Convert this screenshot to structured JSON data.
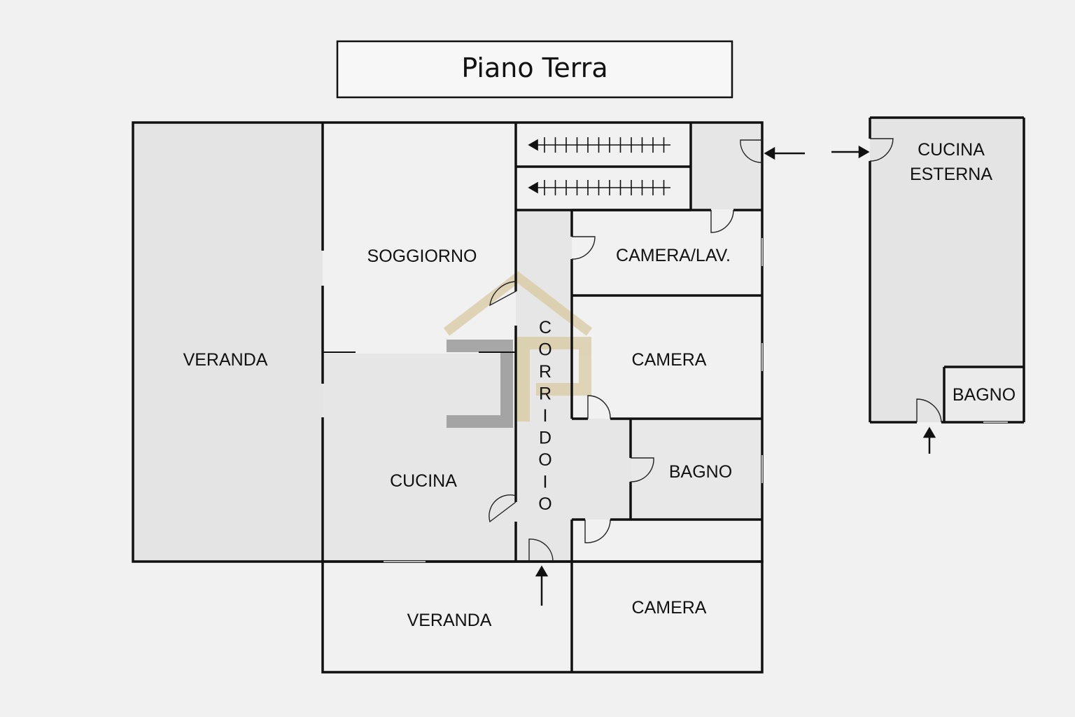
{
  "title": "Piano Terra",
  "rooms": {
    "veranda_west": "VERANDA",
    "soggiorno": "SOGGIORNO",
    "cucina": "CUCINA",
    "corridoio_letters": [
      "C",
      "O",
      "R",
      "R",
      "I",
      "D",
      "O",
      "I",
      "O"
    ],
    "camera_lav": "CAMERA/LAV.",
    "camera_mid": "CAMERA",
    "bagno": "BAGNO",
    "camera_south": "CAMERA",
    "veranda_south": "VERANDA",
    "cucina_esterna_line1": "CUCINA",
    "cucina_esterna_line2": "ESTERNA",
    "bagno_esterno": "BAGNO"
  },
  "colors": {
    "wall": "#111111",
    "shaded_room": "#e4e4e4",
    "logo_gold": "#d8caa0",
    "logo_grey": "#8f8f8f"
  },
  "icons": {
    "entry_arrows": "arrow-icon",
    "stairs": "stairs-icon",
    "watermark": "logo-watermark"
  }
}
